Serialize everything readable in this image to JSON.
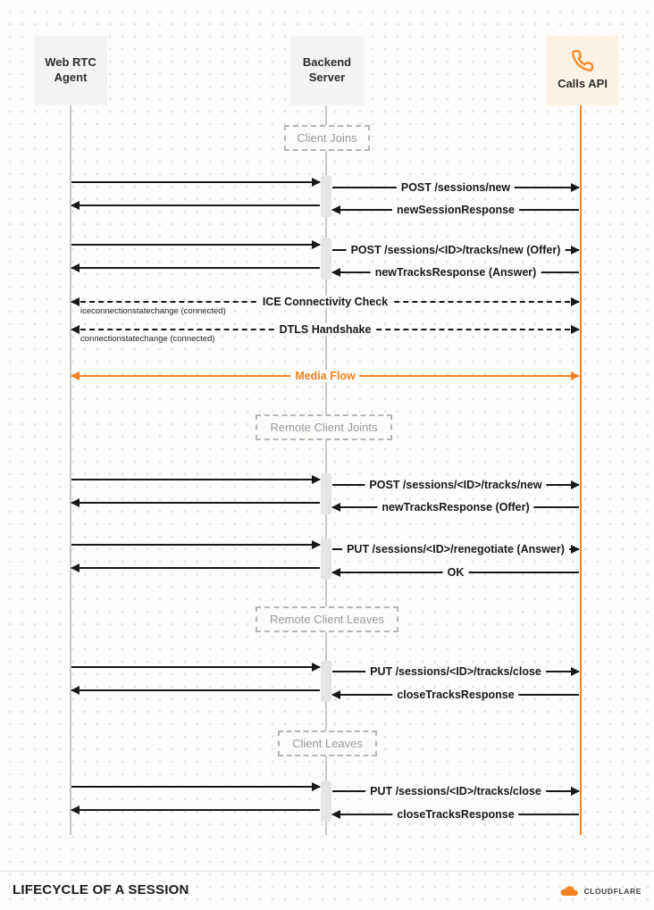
{
  "actors": [
    {
      "label": "Web RTC Agent"
    },
    {
      "label": "Backend Server"
    },
    {
      "label": "Calls API",
      "icon": "phone-icon"
    }
  ],
  "groups": [
    {
      "label": "Client Joins"
    },
    {
      "label": "Remote Client Joints"
    },
    {
      "label": "Remote Client Leaves"
    },
    {
      "label": "Client Leaves"
    }
  ],
  "messages": [
    {
      "label": "POST /sessions/new",
      "from": "Backend Server",
      "to": "Calls API"
    },
    {
      "label": "newSessionResponse",
      "from": "Calls API",
      "to": "Backend Server"
    },
    {
      "label": "POST /sessions/<ID>/tracks/new (Offer)",
      "from": "Backend Server",
      "to": "Calls API"
    },
    {
      "label": "newTracksResponse (Answer)",
      "from": "Calls API",
      "to": "Backend Server"
    },
    {
      "label": "ICE Connectivity Check",
      "note": "iceconnectionstatechange (connected)",
      "from": "Web RTC Agent",
      "to": "Calls API",
      "style": "dashed-bidirectional"
    },
    {
      "label": "DTLS Handshake",
      "note": "connectionstatechange (connected)",
      "from": "Web RTC Agent",
      "to": "Calls API",
      "style": "dashed-bidirectional"
    },
    {
      "label": "Media Flow",
      "from": "Web RTC Agent",
      "to": "Calls API",
      "style": "orange-bidirectional"
    },
    {
      "label": "POST /sessions/<ID>/tracks/new",
      "from": "Backend Server",
      "to": "Calls API"
    },
    {
      "label": "newTracksResponse (Offer)",
      "from": "Calls API",
      "to": "Backend Server"
    },
    {
      "label": "PUT /sessions/<ID>/renegotiate (Answer)",
      "from": "Backend Server",
      "to": "Calls API"
    },
    {
      "label": "OK",
      "from": "Calls API",
      "to": "Backend Server"
    },
    {
      "label": "PUT /sessions/<ID>/tracks/close",
      "from": "Backend Server",
      "to": "Calls API"
    },
    {
      "label": "closeTracksResponse",
      "from": "Calls API",
      "to": "Backend Server"
    },
    {
      "label": "PUT /sessions/<ID>/tracks/close",
      "from": "Backend Server",
      "to": "Calls API"
    },
    {
      "label": "closeTracksResponse",
      "from": "Calls API",
      "to": "Backend Server"
    }
  ],
  "footer": {
    "title": "LIFECYCLE OF A SESSION",
    "brand": "CLOUDFLARE"
  },
  "colors": {
    "accent": "#f6821f",
    "line": "#17181a",
    "lifeline": "#c7c7c7"
  }
}
